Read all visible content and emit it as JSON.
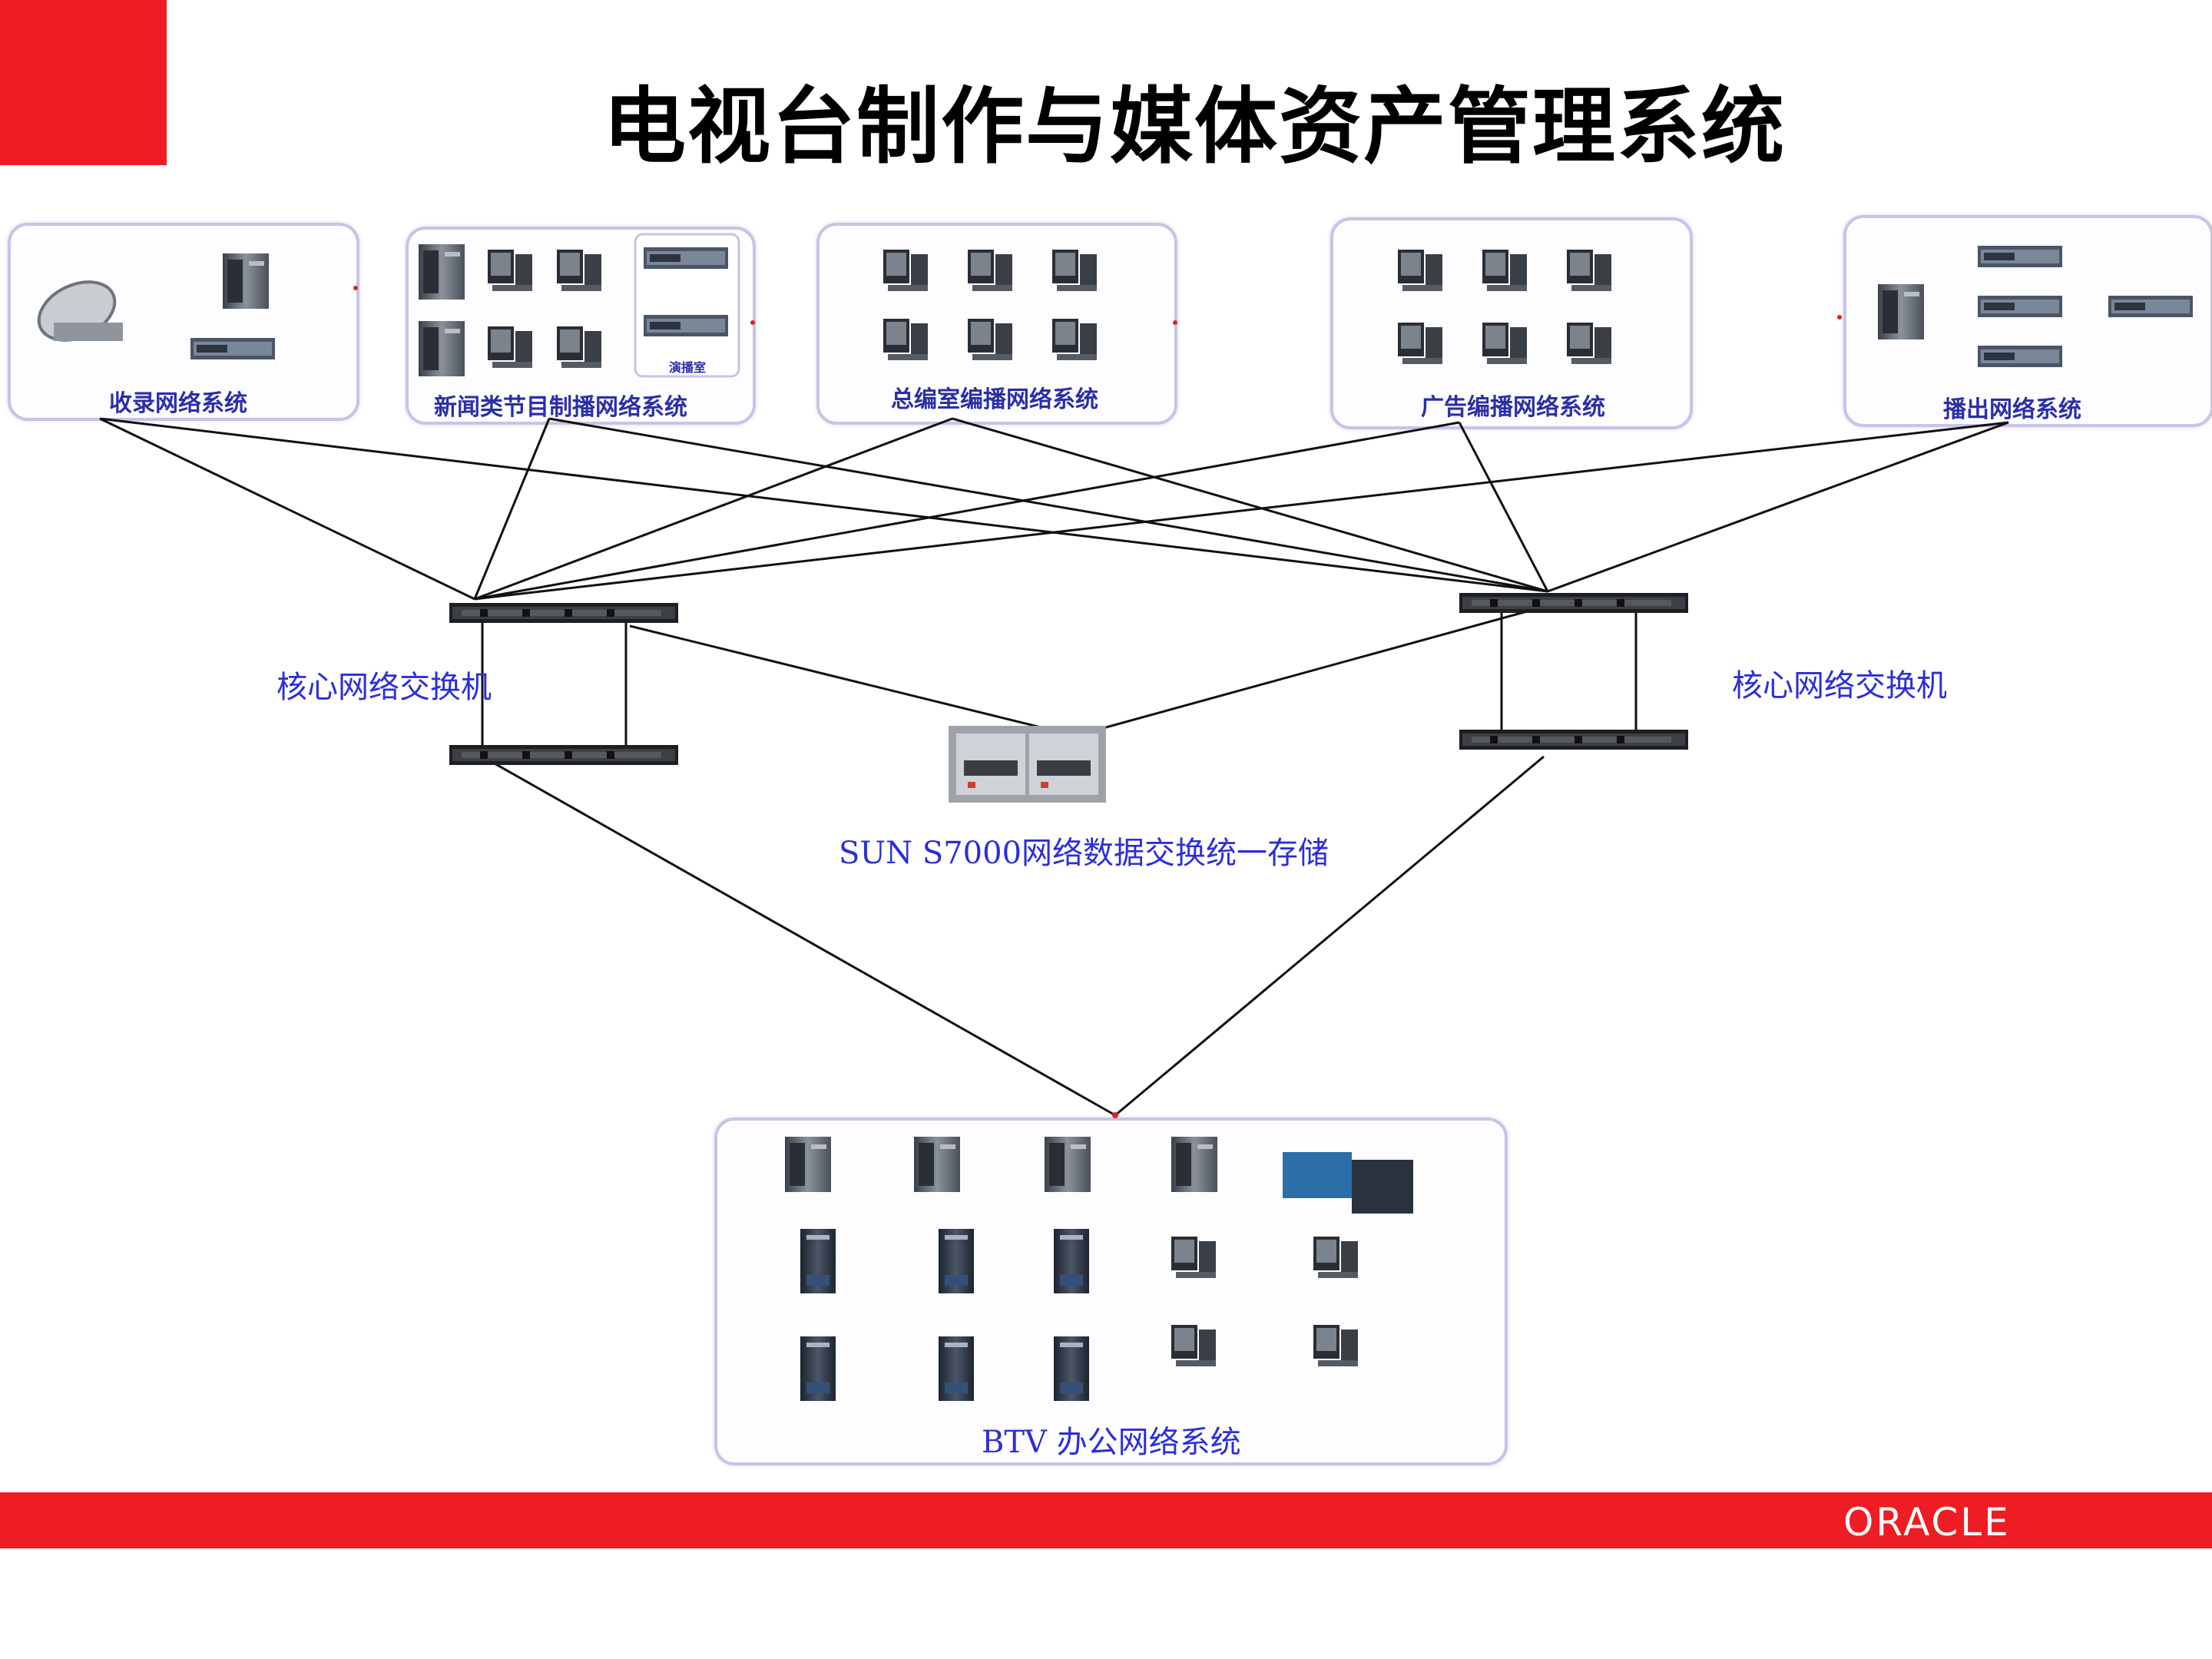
{
  "title": "电视台制作与媒体资产管理系统",
  "systems": {
    "receive": "收录网络系统",
    "news": "新闻类节目制播网络系统",
    "news_sub": "演播室",
    "editorial": "总编室编播网络系统",
    "ads": "广告编播网络系统",
    "broadcast": "播出网络系统",
    "office": "BTV 办公网络系统"
  },
  "switch_left": "核心网络交换机",
  "switch_right": "核心网络交换机",
  "storage": "SUN S7000网络数据交换统一存储",
  "logo": "ORACLE",
  "colors": {
    "accent_red": "#ee1c23",
    "label_blue": "#2b2fd8",
    "box_border": "#c9c3e6"
  }
}
